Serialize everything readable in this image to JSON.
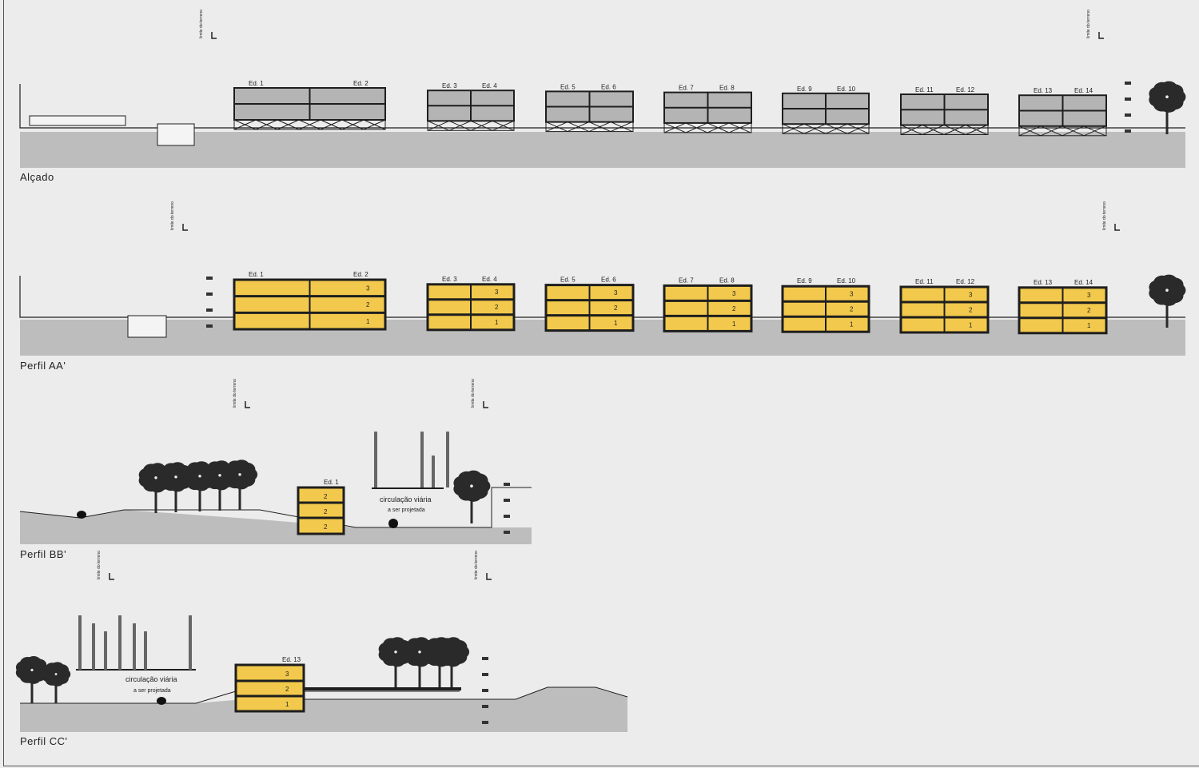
{
  "sections": [
    {
      "title": "Alçado",
      "type": "elevation",
      "buildings": [
        [
          "Ed. 1",
          "Ed. 2"
        ],
        [
          "Ed. 3",
          "Ed. 4"
        ],
        [
          "Ed. 5",
          "Ed. 6"
        ],
        [
          "Ed. 7",
          "Ed. 8"
        ],
        [
          "Ed. 9",
          "Ed. 10"
        ],
        [
          "Ed. 11",
          "Ed. 12"
        ],
        [
          "Ed. 13",
          "Ed. 14"
        ]
      ]
    },
    {
      "title": "Perfil AA'",
      "type": "section",
      "buildings": [
        [
          "Ed. 1",
          "Ed. 2"
        ],
        [
          "Ed. 3",
          "Ed. 4"
        ],
        [
          "Ed. 5",
          "Ed. 6"
        ],
        [
          "Ed. 7",
          "Ed. 8"
        ],
        [
          "Ed. 9",
          "Ed. 10"
        ],
        [
          "Ed. 11",
          "Ed. 12"
        ],
        [
          "Ed. 13",
          "Ed. 14"
        ]
      ],
      "floors": [
        "3",
        "2",
        "1"
      ]
    },
    {
      "title": "Perfil BB'",
      "type": "section",
      "buildings": [
        [
          "Ed. 1"
        ]
      ],
      "floors": [
        "2",
        "2",
        "2"
      ],
      "road_label": "circulação viária",
      "road_sublabel": "a ser projetada"
    },
    {
      "title": "Perfil CC'",
      "type": "section",
      "buildings": [
        [
          "Ed. 13"
        ]
      ],
      "floors": [
        "3",
        "2",
        "1"
      ],
      "road_label": "circulação viária",
      "road_sublabel": "a ser projetada"
    }
  ],
  "boundary_label": "limite do terreno",
  "colors": {
    "ground": "#bdbdbd",
    "building_gray": "#b4b4b4",
    "building_yellow": "#f2c94c",
    "line": "#1e1e1e",
    "tree": "#2a2a2a"
  }
}
